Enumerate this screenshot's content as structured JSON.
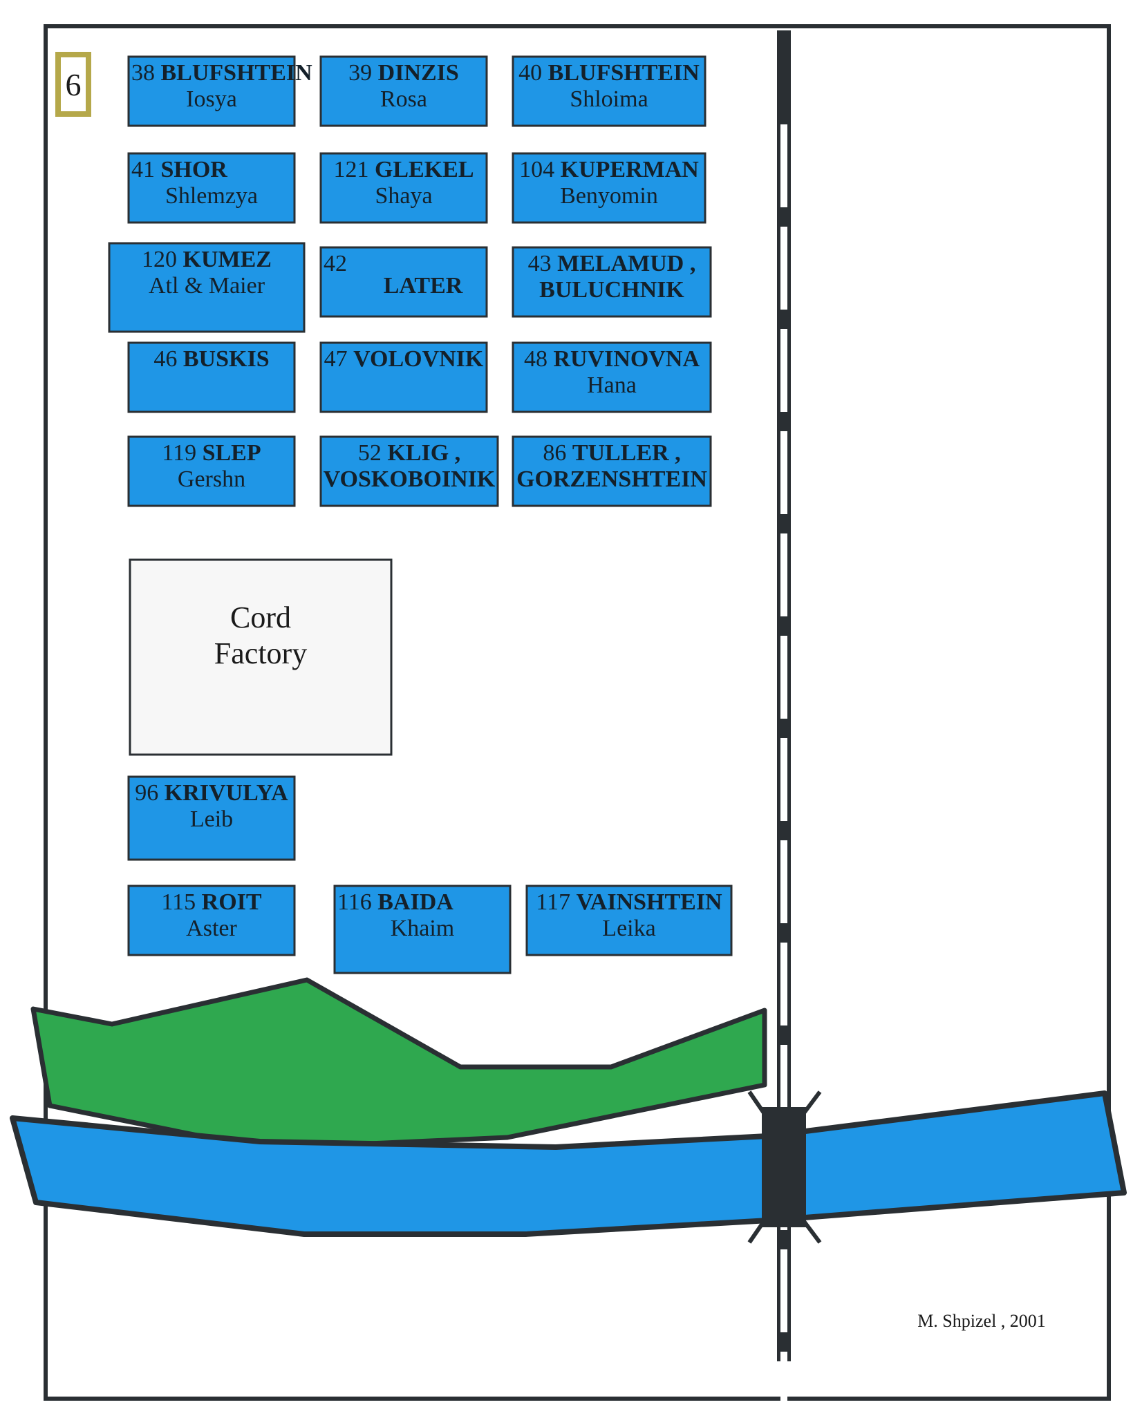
{
  "sheet": {
    "number": "6"
  },
  "colors": {
    "house_fill": "#1f96e6",
    "house_stroke": "#2a2f33",
    "park_fill": "#2fa84f",
    "river_fill": "#1f96e6",
    "outline": "#2a2f33",
    "factory_fill": "#f7f7f7",
    "sheet_badge": "#b5a84a"
  },
  "houses": [
    {
      "id": "38",
      "line1": [
        {
          "t": "38 ",
          "b": false
        },
        {
          "t": "BLUFSHTEIN",
          "b": true
        }
      ],
      "line2": "Iosya"
    },
    {
      "id": "39",
      "line1": [
        {
          "t": "39 ",
          "b": false
        },
        {
          "t": "DINZIS",
          "b": true
        }
      ],
      "line2": "Rosa"
    },
    {
      "id": "40",
      "line1": [
        {
          "t": "40 ",
          "b": false
        },
        {
          "t": "BLUFSHTEIN",
          "b": true
        }
      ],
      "line2": "Shloima"
    },
    {
      "id": "41",
      "line1": [
        {
          "t": "41      ",
          "b": false
        },
        {
          "t": "SHOR",
          "b": true
        }
      ],
      "line2": "Shlemzya"
    },
    {
      "id": "121",
      "line1": [
        {
          "t": "121 ",
          "b": false
        },
        {
          "t": "GLEKEL",
          "b": true
        }
      ],
      "line2": "Shaya"
    },
    {
      "id": "104",
      "line1": [
        {
          "t": "104 ",
          "b": false
        },
        {
          "t": "KUPERMAN",
          "b": true
        }
      ],
      "line2": "Benyomin"
    },
    {
      "id": "120",
      "line1": [
        {
          "t": "120 ",
          "b": false
        },
        {
          "t": "KUMEZ",
          "b": true
        }
      ],
      "line2": "Atl & Maier"
    },
    {
      "id": "42",
      "line1": [
        {
          "t": "42",
          "b": false
        }
      ],
      "line2": "LATER"
    },
    {
      "id": "43",
      "line1": [
        {
          "t": "43  ",
          "b": false
        },
        {
          "t": "MELAMUD ,",
          "b": true
        }
      ],
      "line2": "BULUCHNIK"
    },
    {
      "id": "46",
      "line1": [
        {
          "t": "46    ",
          "b": false
        },
        {
          "t": "BUSKIS",
          "b": true
        }
      ],
      "line2": ""
    },
    {
      "id": "47",
      "line1": [
        {
          "t": "47 ",
          "b": false
        },
        {
          "t": "VOLOVNIK",
          "b": true
        }
      ],
      "line2": ""
    },
    {
      "id": "48",
      "line1": [
        {
          "t": "48 ",
          "b": false
        },
        {
          "t": "RUVINOVNA",
          "b": true
        }
      ],
      "line2": "Hana"
    },
    {
      "id": "119",
      "line1": [
        {
          "t": "119 ",
          "b": false
        },
        {
          "t": "SLEP",
          "b": true
        }
      ],
      "line2": "Gershn"
    },
    {
      "id": "52",
      "line1": [
        {
          "t": "52    ",
          "b": false
        },
        {
          "t": "KLIG ,",
          "b": true
        }
      ],
      "line2": "VOSKOBOINIK"
    },
    {
      "id": "86",
      "line1": [
        {
          "t": "86    ",
          "b": false
        },
        {
          "t": "TULLER ,",
          "b": true
        }
      ],
      "line2": "GORZENSHTEIN"
    },
    {
      "id": "96",
      "line1": [
        {
          "t": "96 ",
          "b": false
        },
        {
          "t": "KRIVULYA",
          "b": true
        }
      ],
      "line2": "Leib"
    },
    {
      "id": "115",
      "line1": [
        {
          "t": "115  ",
          "b": false
        },
        {
          "t": "ROIT",
          "b": true
        }
      ],
      "line2": "Aster"
    },
    {
      "id": "116",
      "line1": [
        {
          "t": "116    ",
          "b": false
        },
        {
          "t": "BAIDA",
          "b": true
        }
      ],
      "line2": "Khaim"
    },
    {
      "id": "117",
      "line1": [
        {
          "t": "117 ",
          "b": false
        },
        {
          "t": "VAINSHTEIN",
          "b": true
        }
      ],
      "line2": "Leika"
    }
  ],
  "factory": {
    "line1": "Cord",
    "line2": "Factory"
  },
  "credit": "M. Shpizel ,  2001"
}
